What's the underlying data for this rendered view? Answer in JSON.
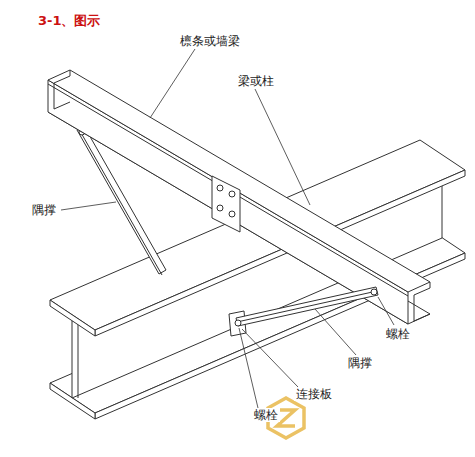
{
  "diagram": {
    "title": "3-1、图示",
    "labels": [
      "檩条或墙梁",
      "梁或柱",
      "隅撑",
      "隅撑",
      "螺栓",
      "连接板",
      "螺栓"
    ]
  }
}
